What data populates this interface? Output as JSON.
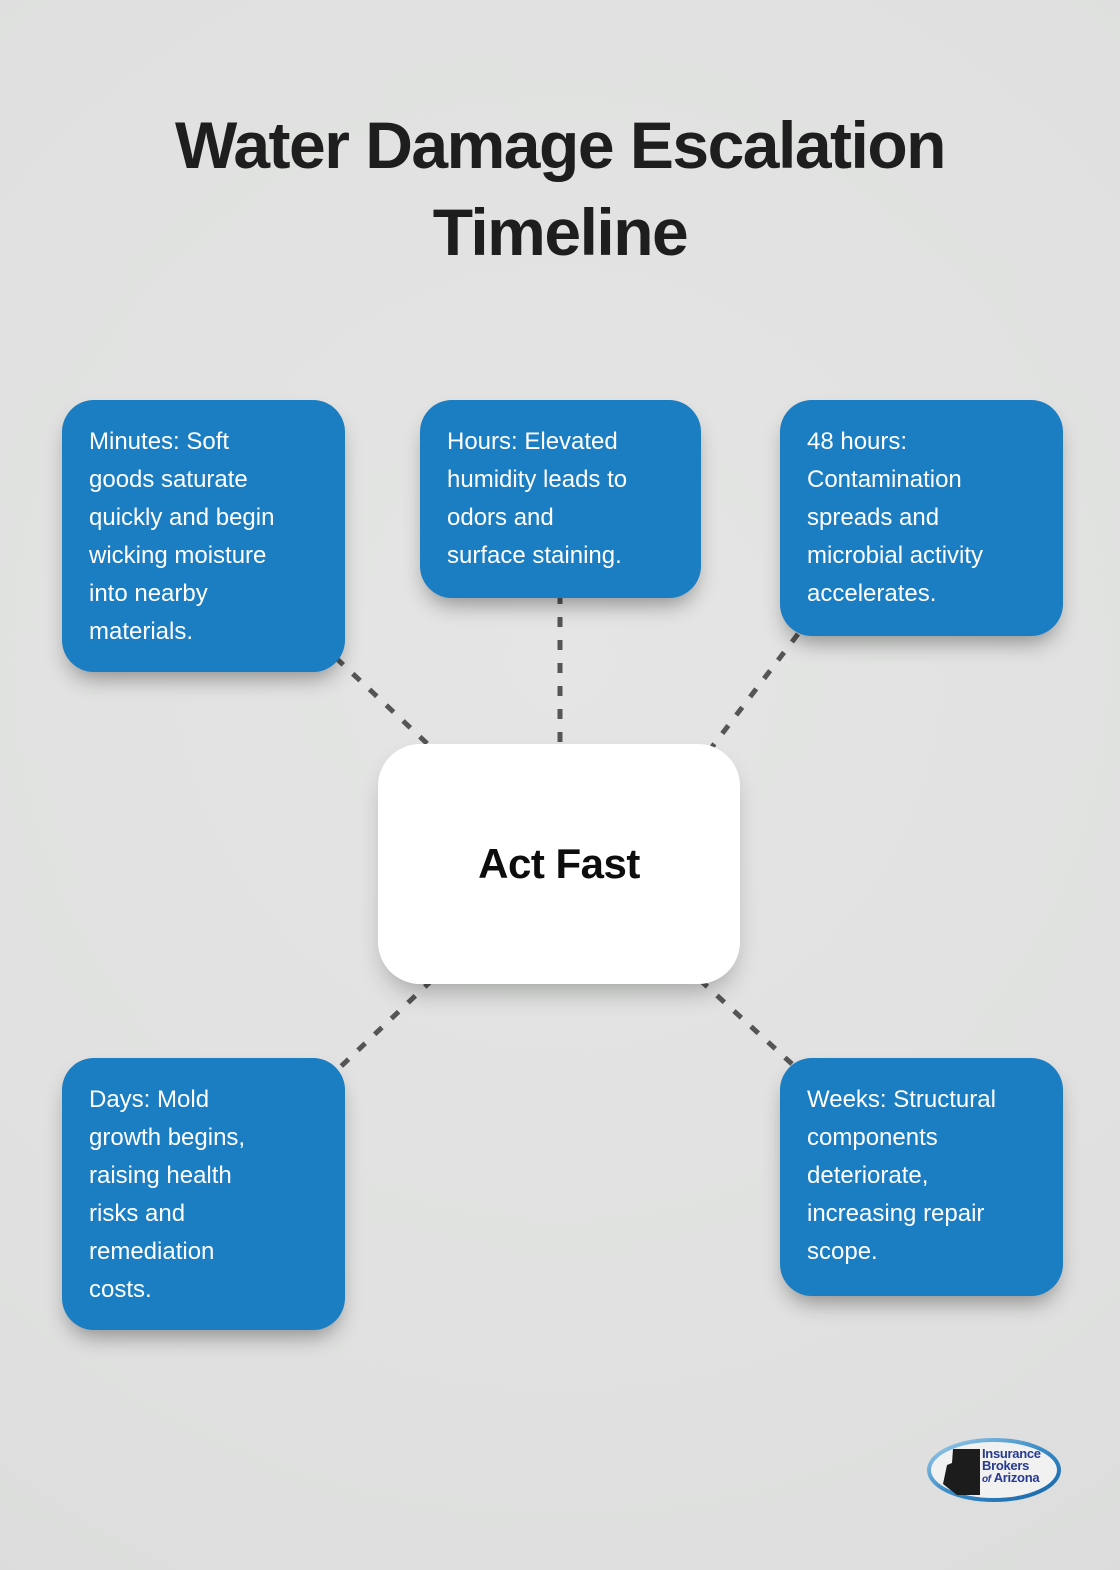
{
  "title": "Water Damage Escalation\nTimeline",
  "center_node": {
    "label": "Act Fast"
  },
  "nodes": [
    {
      "id": "minutes",
      "text": "Minutes: Soft\ngoods saturate\nquickly and begin\nwicking moisture\ninto nearby\nmaterials."
    },
    {
      "id": "hours",
      "text": "Hours: Elevated\nhumidity leads to\nodors and\nsurface staining."
    },
    {
      "id": "48-hours",
      "text": "48 hours:\nContamination\nspreads and\nmicrobial activity\naccelerates."
    },
    {
      "id": "days",
      "text": "Days: Mold\ngrowth begins,\nraising health\nrisks and\nremediation\ncosts."
    },
    {
      "id": "weeks",
      "text": "Weeks: Structural\ncomponents\ndeteriorate,\nincreasing repair\nscope."
    }
  ],
  "logo": {
    "icon": "arizona-state-icon",
    "line1": "Insurance",
    "line2": "Brokers",
    "of": "of",
    "line3": "Arizona"
  },
  "colors": {
    "node_blue": "#1b7dc2",
    "node_text": "#ffffff",
    "background": "#dfe0df",
    "title_text": "#1e1e1e",
    "connector_gray": "#555555",
    "center_bg": "#ffffff",
    "center_text": "#0d0d0d",
    "logo_navy": "#283a8f"
  }
}
